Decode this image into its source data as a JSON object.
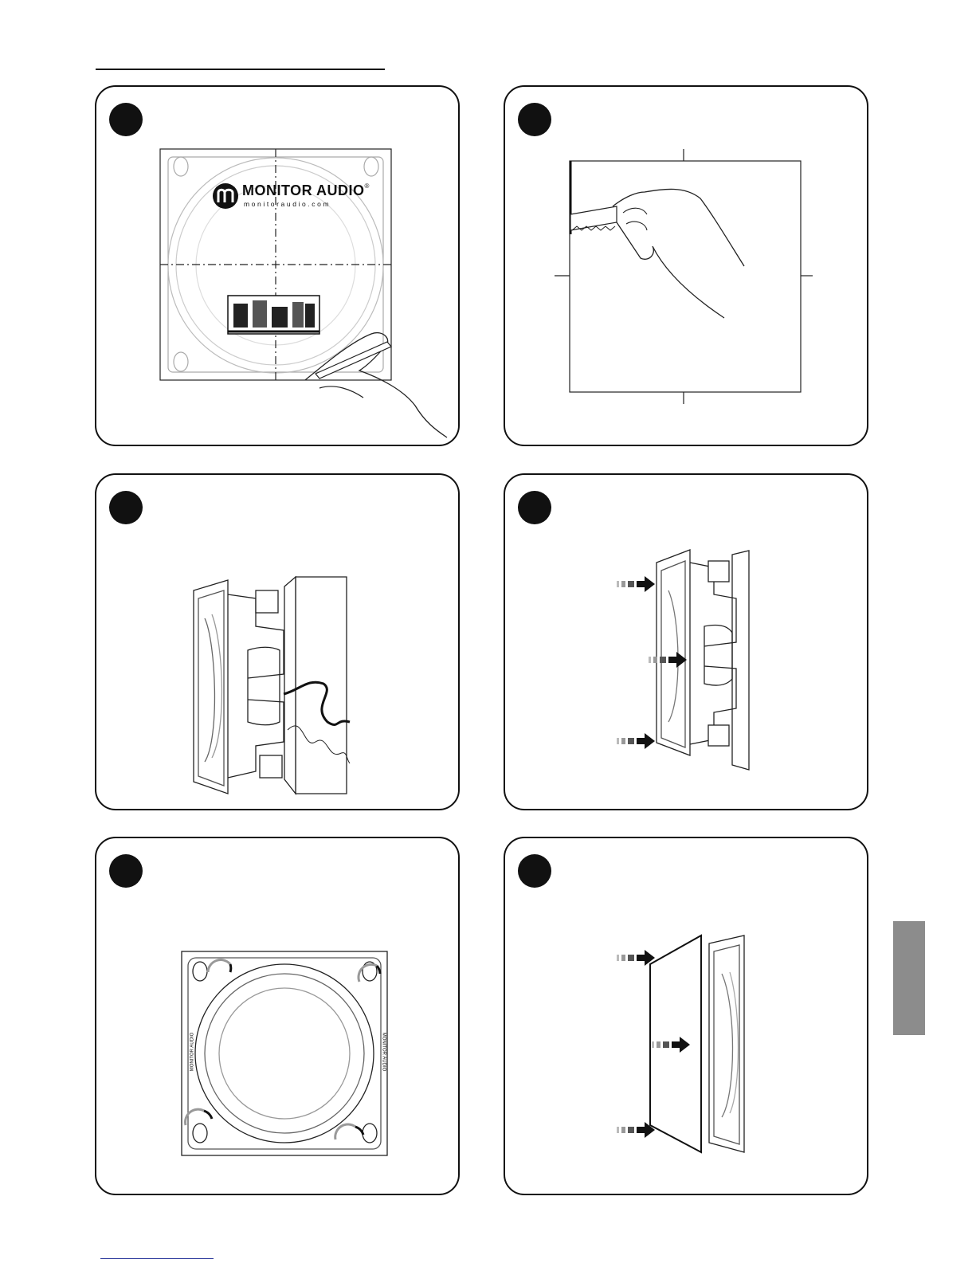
{
  "brand": {
    "name": "MONITOR AUDIO",
    "registered": "®",
    "url": "monitoraudio.com",
    "model_label": "MONITOR AUDIO"
  },
  "steps": [
    {
      "id": "cutout-template"
    },
    {
      "id": "cut-opening"
    },
    {
      "id": "connect-cable"
    },
    {
      "id": "insert-speaker"
    },
    {
      "id": "tighten-clamps"
    },
    {
      "id": "fit-grille"
    }
  ],
  "colors": {
    "ink": "#111111",
    "panel_border": "#111111",
    "side_tab": "#8c8c8c",
    "link_rule": "#2e3a9c"
  }
}
